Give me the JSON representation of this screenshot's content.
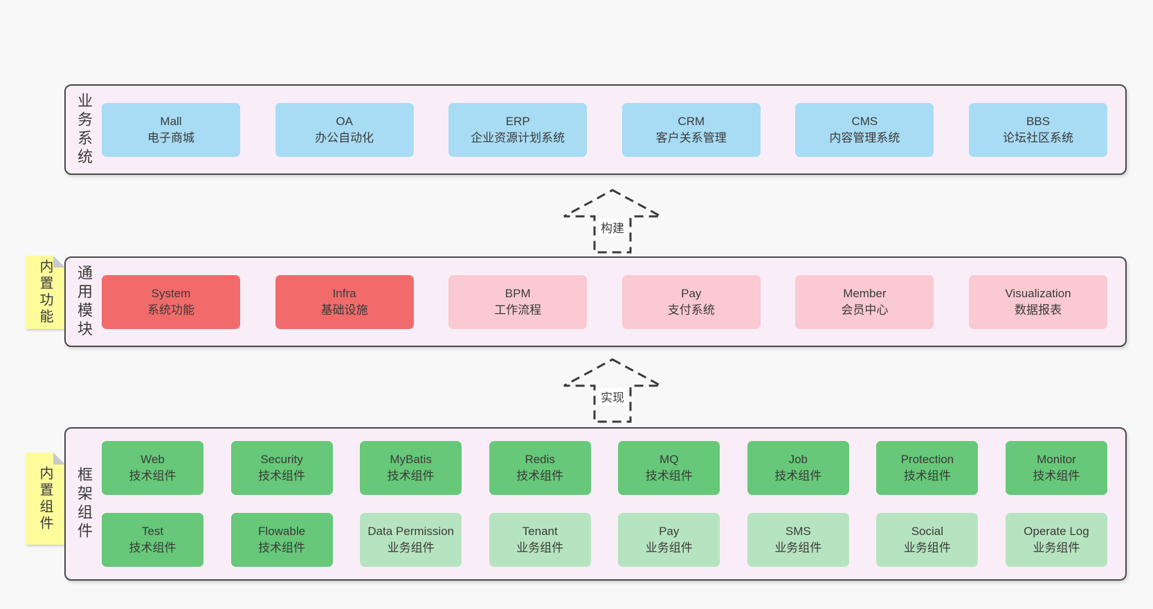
{
  "palette": {
    "page_bg": "#f8f8f8",
    "layer_bg": "#f9eef8",
    "layer_border": "#474747",
    "blue": "#a8dcf4",
    "red": "#f16b6b",
    "pink": "#fac9d1",
    "green": "#66c878",
    "light_green": "#b7e4c0",
    "note_yellow": "#fdfc9b",
    "text": "#3a3a3a"
  },
  "arrows": [
    {
      "label": "构建"
    },
    {
      "label": "实现"
    }
  ],
  "layers": [
    {
      "label": "业务系统",
      "rows": [
        [
          {
            "title": "Mall",
            "subtitle": "电子商城"
          },
          {
            "title": "OA",
            "subtitle": "办公自动化"
          },
          {
            "title": "ERP",
            "subtitle": "企业资源计划系统"
          },
          {
            "title": "CRM",
            "subtitle": "客户关系管理"
          },
          {
            "title": "CMS",
            "subtitle": "内容管理系统"
          },
          {
            "title": "BBS",
            "subtitle": "论坛社区系统"
          }
        ]
      ]
    },
    {
      "label": "通用模块",
      "note": "内置功能",
      "rows": [
        [
          {
            "title": "System",
            "subtitle": "系统功能"
          },
          {
            "title": "Infra",
            "subtitle": "基础设施"
          },
          {
            "title": "BPM",
            "subtitle": "工作流程"
          },
          {
            "title": "Pay",
            "subtitle": "支付系统"
          },
          {
            "title": "Member",
            "subtitle": "会员中心"
          },
          {
            "title": "Visualization",
            "subtitle": "数据报表"
          }
        ]
      ]
    },
    {
      "label": "框架组件",
      "note": "内置组件",
      "rows": [
        [
          {
            "title": "Web",
            "subtitle": "技术组件"
          },
          {
            "title": "Security",
            "subtitle": "技术组件"
          },
          {
            "title": "MyBatis",
            "subtitle": "技术组件"
          },
          {
            "title": "Redis",
            "subtitle": "技术组件"
          },
          {
            "title": "MQ",
            "subtitle": "技术组件"
          },
          {
            "title": "Job",
            "subtitle": "技术组件"
          },
          {
            "title": "Protection",
            "subtitle": "技术组件"
          },
          {
            "title": "Monitor",
            "subtitle": "技术组件"
          }
        ],
        [
          {
            "title": "Test",
            "subtitle": "技术组件"
          },
          {
            "title": "Flowable",
            "subtitle": "技术组件"
          },
          {
            "title": "Data Permission",
            "subtitle": "业务组件"
          },
          {
            "title": "Tenant",
            "subtitle": "业务组件"
          },
          {
            "title": "Pay",
            "subtitle": "业务组件"
          },
          {
            "title": "SMS",
            "subtitle": "业务组件"
          },
          {
            "title": "Social",
            "subtitle": "业务组件"
          },
          {
            "title": "Operate Log",
            "subtitle": "业务组件"
          }
        ]
      ]
    }
  ]
}
